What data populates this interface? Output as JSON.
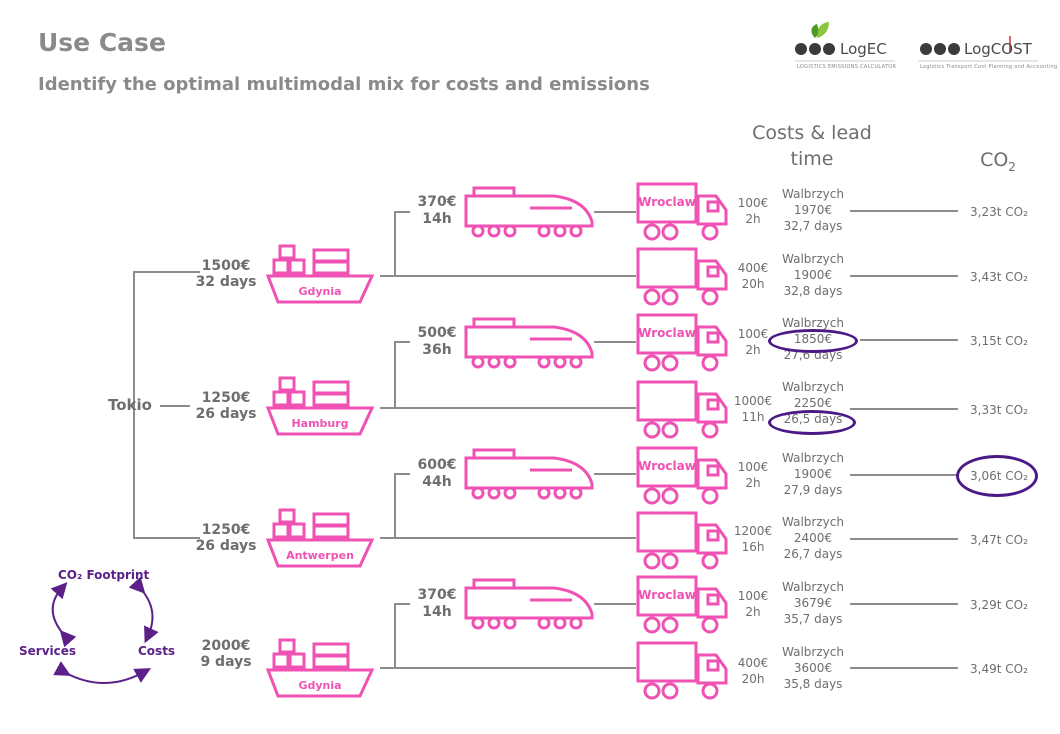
{
  "title": "Use Case",
  "subtitle": "Identify the optimal multimodal mix for costs and emissions",
  "logos": {
    "logec_name": "LogEC",
    "logec_sub": "LOGISTICS EMISSIONS CALCULATOR",
    "logcost_name": "LogCOST",
    "logcost_sub": "Logistics Transport Cost Planning and Accounting"
  },
  "headers": {
    "costs_lead": "Costs & lead time",
    "co2": "CO",
    "co2_sub": "2"
  },
  "origin": "Tokio",
  "ports": [
    {
      "name": "Gdynia",
      "cost": "1500€",
      "time": "32 days"
    },
    {
      "name": "Hamburg",
      "cost": "1250€",
      "time": "26 days"
    },
    {
      "name": "Antwerpen",
      "cost": "1250€",
      "time": "26 days"
    },
    {
      "name": "Gdynia",
      "cost": "2000€",
      "time": "9 days"
    }
  ],
  "trains": [
    {
      "cost": "370€",
      "time": "14h"
    },
    {
      "cost": "500€",
      "time": "36h"
    },
    {
      "cost": "600€",
      "time": "44h"
    },
    {
      "cost": "370€",
      "time": "14h"
    }
  ],
  "routes": [
    {
      "truck_label": "Wroclaw",
      "truck_cost": "100€",
      "truck_time": "2h",
      "dest": "Walbrzych",
      "total": "1970€",
      "days": "32,7 days",
      "co2": "3,23t CO₂"
    },
    {
      "truck_label": "",
      "truck_cost": "400€",
      "truck_time": "20h",
      "dest": "Walbrzych",
      "total": "1900€",
      "days": "32,8 days",
      "co2": "3,43t CO₂"
    },
    {
      "truck_label": "Wroclaw",
      "truck_cost": "100€",
      "truck_time": "2h",
      "dest": "Walbrzych",
      "total": "1850€",
      "days": "27,6 days",
      "co2": "3,15t CO₂"
    },
    {
      "truck_label": "",
      "truck_cost": "1000€",
      "truck_time": "11h",
      "dest": "Walbrzych",
      "total": "2250€",
      "days": "26,5 days",
      "co2": "3,33t CO₂"
    },
    {
      "truck_label": "Wroclaw",
      "truck_cost": "100€",
      "truck_time": "2h",
      "dest": "Walbrzych",
      "total": "1900€",
      "days": "27,9 days",
      "co2": "3,06t CO₂"
    },
    {
      "truck_label": "",
      "truck_cost": "1200€",
      "truck_time": "16h",
      "dest": "Walbrzych",
      "total": "2400€",
      "days": "26,7 days",
      "co2": "3,47t CO₂"
    },
    {
      "truck_label": "Wroclaw",
      "truck_cost": "100€",
      "truck_time": "2h",
      "dest": "Walbrzych",
      "total": "3679€",
      "days": "35,7 days",
      "co2": "3,29t CO₂"
    },
    {
      "truck_label": "",
      "truck_cost": "400€",
      "truck_time": "20h",
      "dest": "Walbrzych",
      "total": "3600€",
      "days": "35,8 days",
      "co2": "3,49t CO₂"
    }
  ],
  "cycle": {
    "top": "CO₂ Footprint",
    "left": "Services",
    "right": "Costs"
  },
  "colors": {
    "pink": "#ef52b3",
    "purple": "#4b1a86",
    "grey_line": "#8c8c8c",
    "text": "#6e6e6e"
  }
}
